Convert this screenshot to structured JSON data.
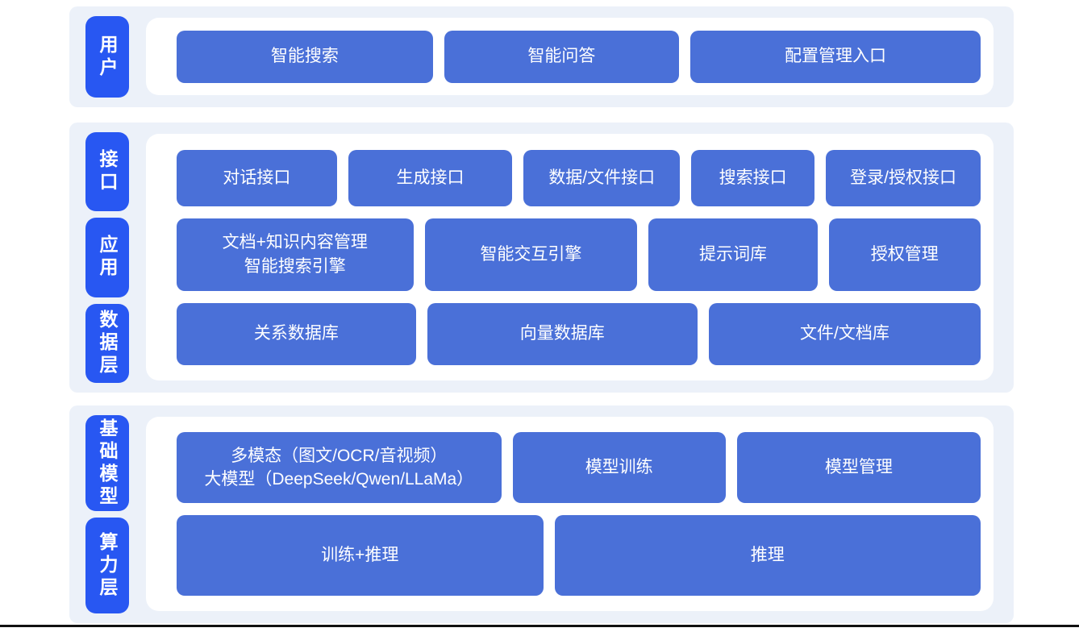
{
  "colors": {
    "band_bg": "#ecf1f9",
    "panel_bg": "#ffffff",
    "button_blue": "#4a70d8",
    "tag_blue": "#2857f2",
    "text_white": "#ffffff",
    "bottom_line": "#111111"
  },
  "sections": [
    {
      "tags": [
        {
          "label": "用户"
        }
      ],
      "rows": [
        {
          "items": [
            {
              "label": "智能搜索"
            },
            {
              "label": "智能问答"
            },
            {
              "label": "配置管理入口"
            }
          ]
        }
      ]
    },
    {
      "tags": [
        {
          "label": "接口"
        },
        {
          "label": "应用"
        },
        {
          "label": "数据层"
        }
      ],
      "rows": [
        {
          "items": [
            {
              "label": "对话接口"
            },
            {
              "label": "生成接口"
            },
            {
              "label": "数据/文件接口"
            },
            {
              "label": "搜索接口"
            },
            {
              "label": "登录/授权接口"
            }
          ]
        },
        {
          "items": [
            {
              "lines": [
                "文档+知识内容管理",
                "智能搜索引擎"
              ]
            },
            {
              "label": "智能交互引擎"
            },
            {
              "label": "提示词库"
            },
            {
              "label": "授权管理"
            }
          ]
        },
        {
          "items": [
            {
              "label": "关系数据库"
            },
            {
              "label": "向量数据库"
            },
            {
              "label": "文件/文档库"
            }
          ]
        }
      ]
    },
    {
      "tags": [
        {
          "label": "基础模型"
        },
        {
          "label": "算力层"
        }
      ],
      "rows": [
        {
          "items": [
            {
              "lines": [
                "多模态（图文/OCR/音视频）",
                "大模型（DeepSeek/Qwen/LLaMa）"
              ]
            },
            {
              "label": "模型训练"
            },
            {
              "label": "模型管理"
            }
          ]
        },
        {
          "items": [
            {
              "label": "训练+推理"
            },
            {
              "label": "推理"
            }
          ]
        }
      ]
    }
  ]
}
